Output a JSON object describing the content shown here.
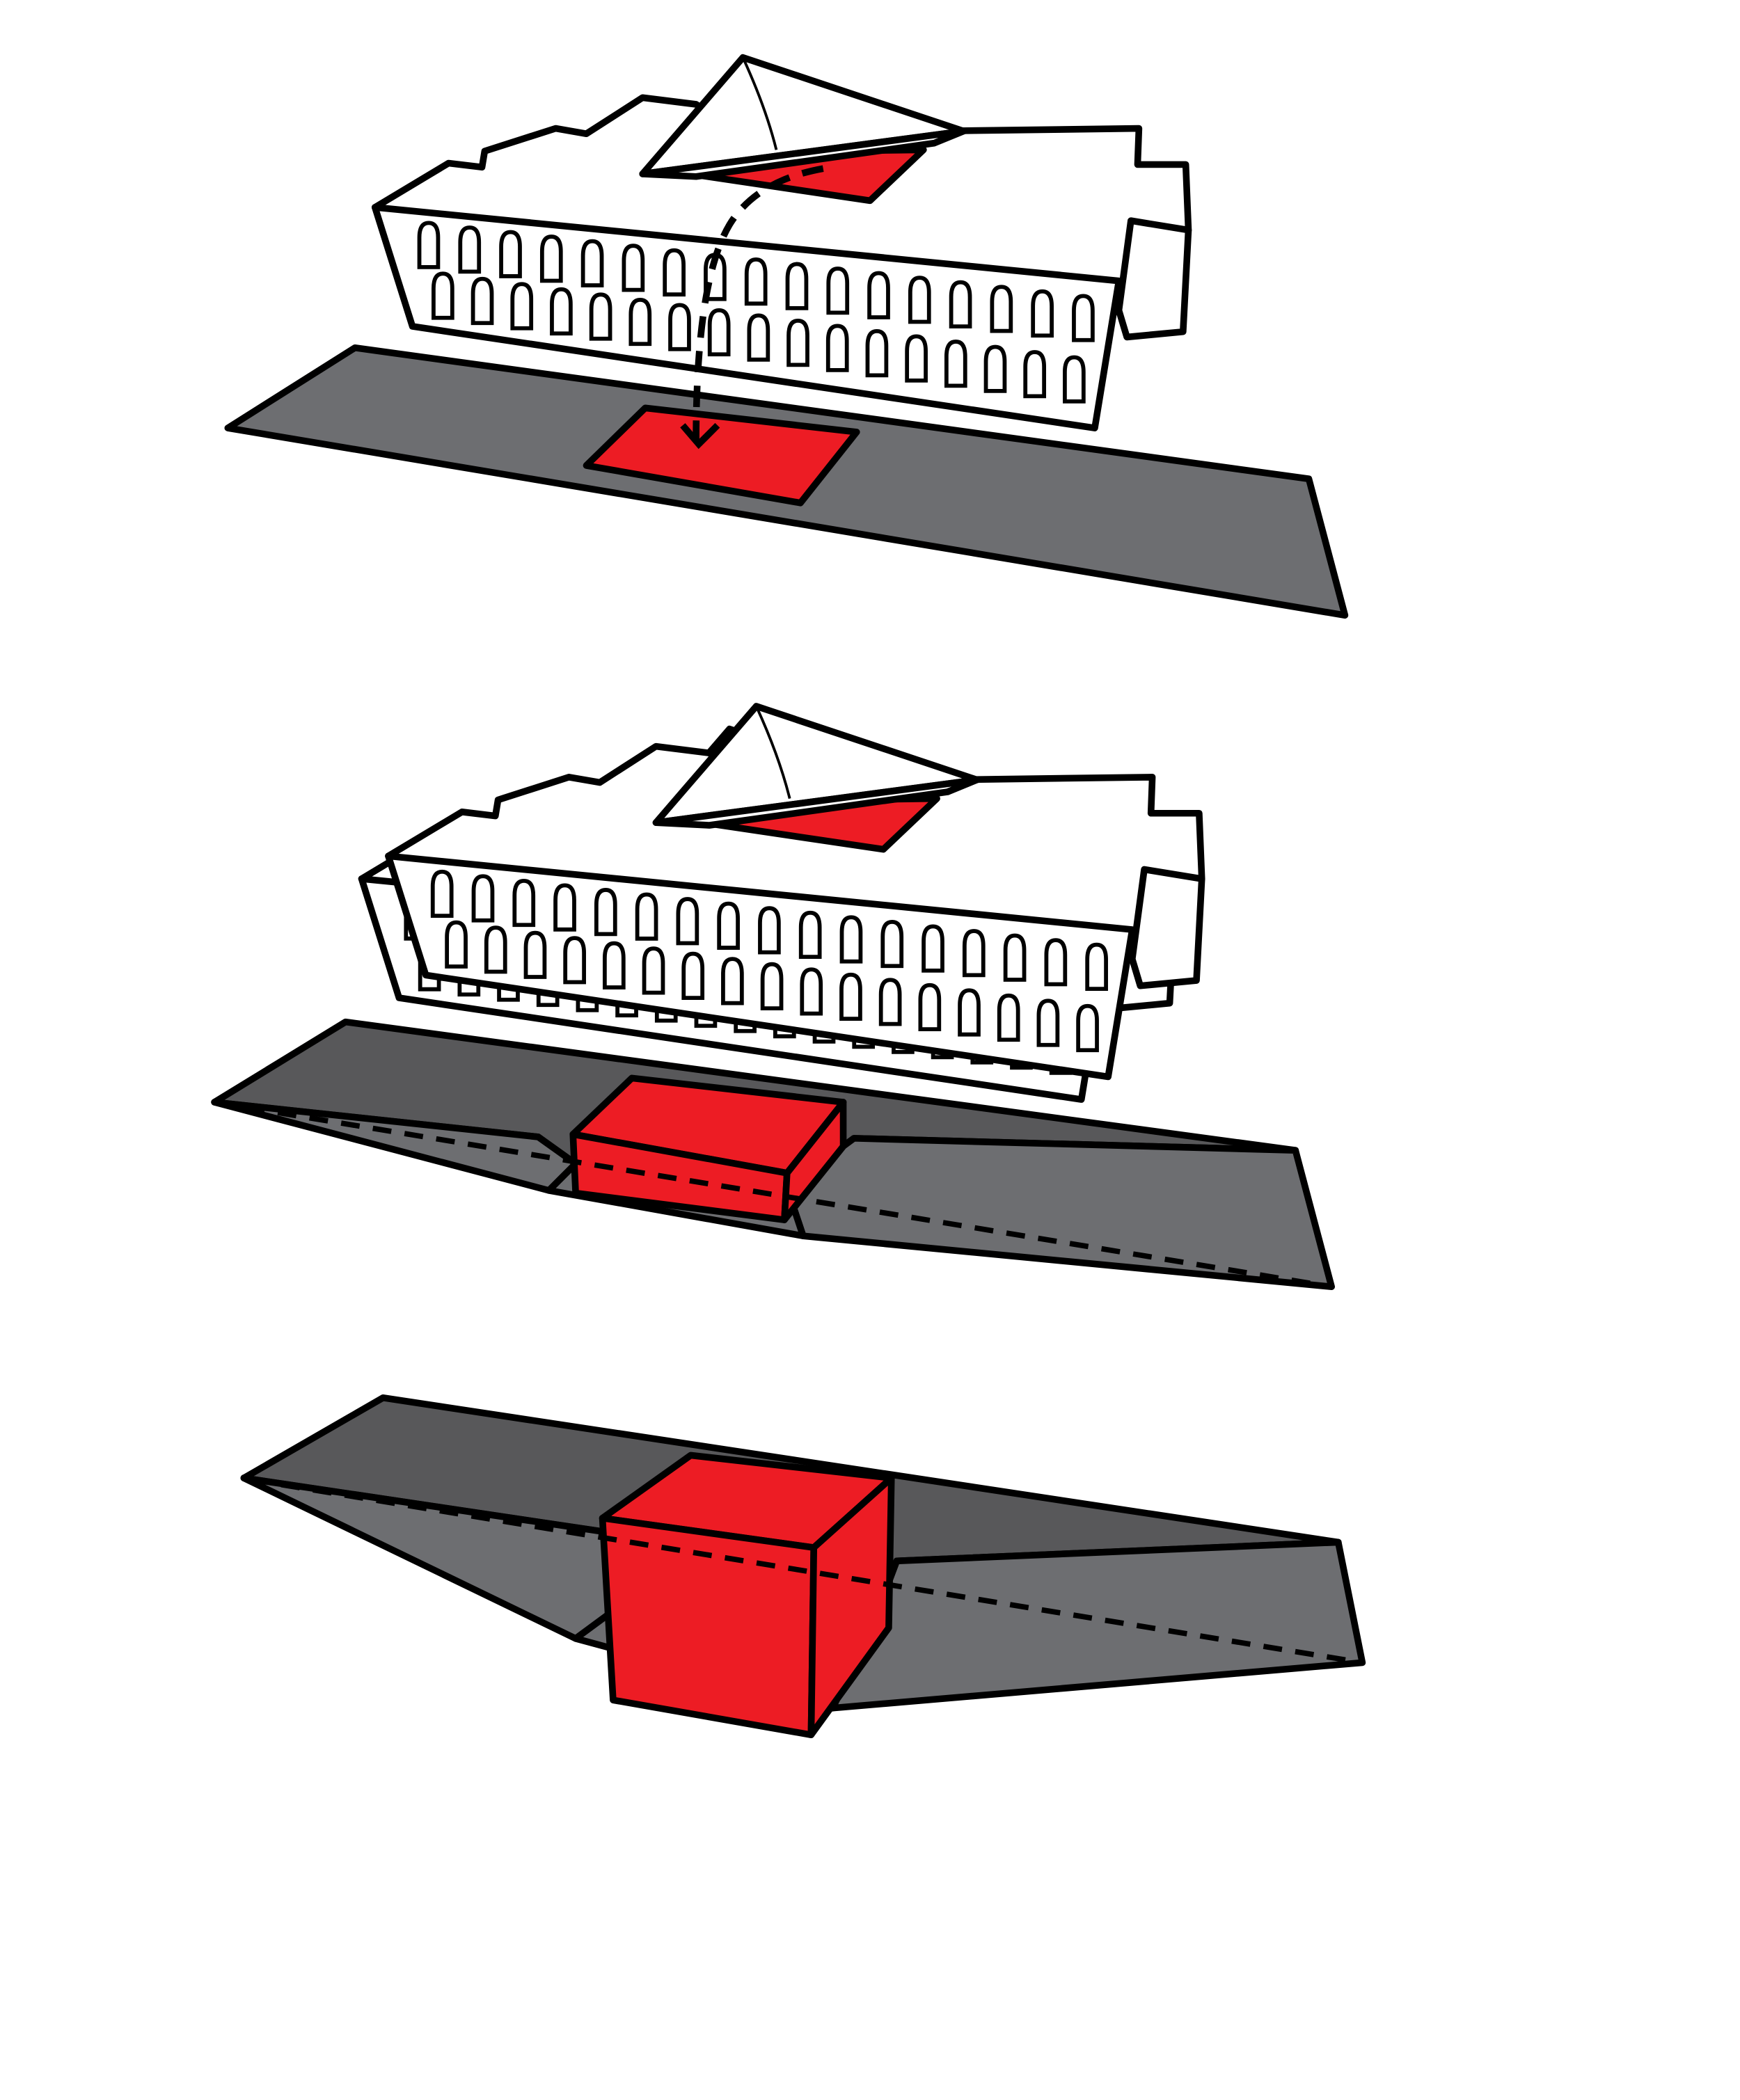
{
  "diagram": {
    "stages": [
      {
        "id": "stage-1",
        "block": "footprint",
        "arrow": true
      },
      {
        "id": "stage-2",
        "block": "shallow-box",
        "arrow": false
      },
      {
        "id": "stage-3",
        "block": "tall-box",
        "arrow": false
      }
    ],
    "colors": {
      "red": "#ED1C24",
      "ground_dark": "#58585A",
      "ground_light": "#6D6E71",
      "outline": "#000000",
      "building": "#FFFFFF"
    },
    "window_rows": 2
  }
}
